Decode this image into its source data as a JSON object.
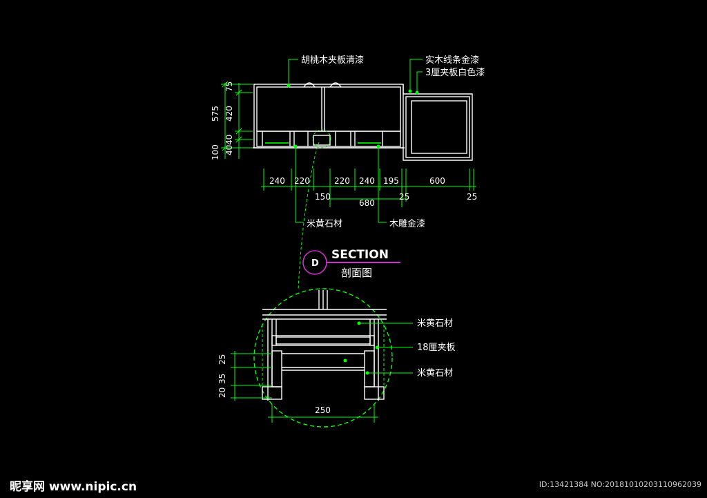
{
  "labels": {
    "walnut": "胡桃木夹板清漆",
    "solid_wood": "实木线条金漆",
    "white_ply": "3厘夹板白色漆",
    "beige_stone_top": "米黄石材",
    "carved_gold": "木雕金漆"
  },
  "dims": {
    "left": [
      "575",
      "75",
      "420",
      "100",
      "40",
      "40"
    ],
    "bottom": [
      "240",
      "220",
      "220",
      "240",
      "195",
      "600"
    ],
    "below": [
      "150",
      "680",
      "25",
      "25"
    ],
    "detail_left": [
      "25",
      "35",
      "20"
    ],
    "detail_bottom": "250"
  },
  "section": {
    "marker": "D",
    "title": "SECTION",
    "subtitle": "剖面图"
  },
  "detail_labels": {
    "stone_top": "米黄石材",
    "ply18": "18厘夹板",
    "stone_bottom": "米黄石材"
  },
  "watermark": {
    "brand": "昵享网 www.nipic.cn",
    "id": "ID:13421384 NO:20181010203110962039"
  },
  "colors": {
    "background": "#000000",
    "lines": "#ffffff",
    "leaders": "#00ff00",
    "section_mark": "#cc33cc"
  }
}
